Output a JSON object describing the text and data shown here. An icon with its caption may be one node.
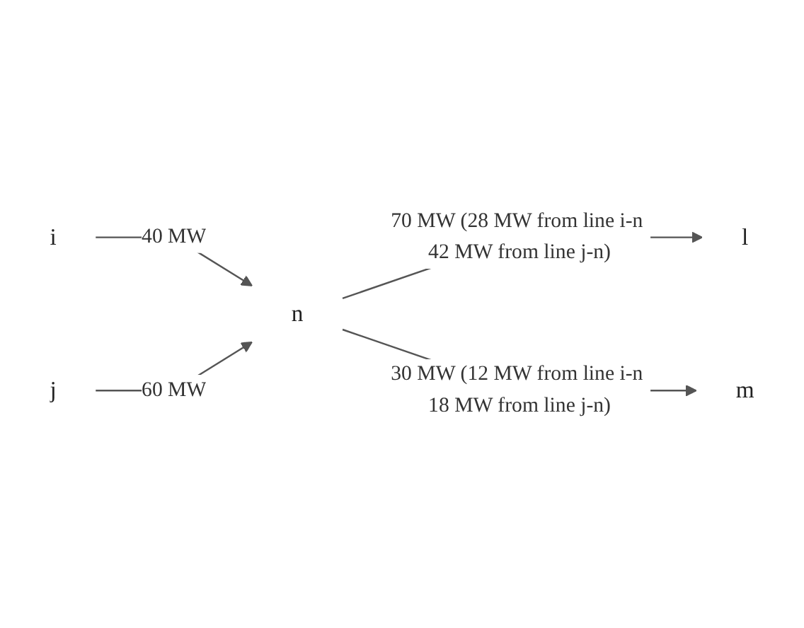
{
  "diagram": {
    "nodes": [
      {
        "text": [
          "i"
        ]
      },
      {
        "text": [
          "l"
        ]
      },
      {
        "text": [
          "n"
        ]
      },
      {
        "text": [
          "j"
        ]
      },
      {
        "text": [
          "m"
        ]
      }
    ],
    "edges": [
      {
        "from": 0,
        "to": 2,
        "arrow": "to",
        "label": "40 MW"
      },
      {
        "from": 2,
        "to": 1,
        "arrow": "to",
        "label": "70 MW (28 MW from line i-n 42 MW from line j-n)"
      },
      {
        "from": 3,
        "to": 2,
        "arrow": "to",
        "label": "60 MW"
      },
      {
        "from": 2,
        "to": 4,
        "arrow": "to",
        "label": "30 MW (12 MW from line i-n 18 MW from line j-n)"
      }
    ]
  }
}
